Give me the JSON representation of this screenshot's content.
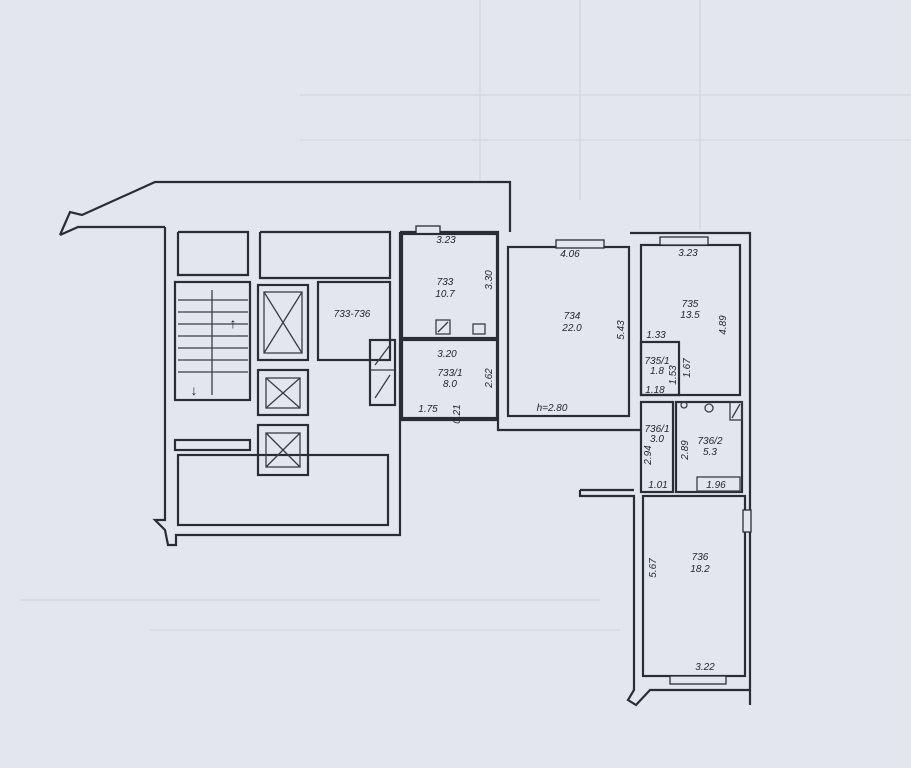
{
  "plan": {
    "corridor_label": "733-736",
    "ceiling_height": "h=2.80",
    "rooms": [
      {
        "number": "733",
        "area": "10.7"
      },
      {
        "number": "733/1",
        "area": "8.0"
      },
      {
        "number": "734",
        "area": "22.0"
      },
      {
        "number": "735",
        "area": "13.5"
      },
      {
        "number": "735/1",
        "area": "1.8"
      },
      {
        "number": "736/1",
        "area": "3.0"
      },
      {
        "number": "736/2",
        "area": "5.3"
      },
      {
        "number": "736",
        "area": "18.2"
      }
    ],
    "dimensions": {
      "r733_width": "3.23",
      "r733_depth": "3.30",
      "r7331_width": "3.20",
      "r7331_depth": "2.62",
      "r7331_niche": "1.75",
      "r7331_step": "0.21",
      "r734_width": "4.06",
      "r734_depth": "5.43",
      "r735_width": "3.23",
      "r735_depth": "4.89",
      "r7351_width": "1.33",
      "r7351_bottom": "1.18",
      "r7351_depth_a": "1.53",
      "r7351_depth_b": "1.67",
      "r7361_depth": "2.94",
      "r7362_depth": "2.89",
      "r7361_width": "1.01",
      "r7362_width": "1.96",
      "r736_depth": "5.67",
      "r736_width": "3.22"
    }
  }
}
